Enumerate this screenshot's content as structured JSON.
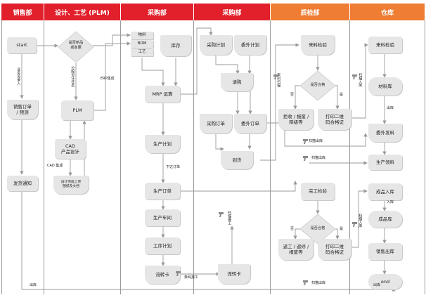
{
  "colors": {
    "red": "#e1202b",
    "orange": "#ef7d33",
    "box": "#e6e6e6",
    "line": "#9a9a9a"
  },
  "lanes": [
    {
      "key": "sales",
      "title": "销售部"
    },
    {
      "key": "plm",
      "title": "设计、工艺 (PLM)"
    },
    {
      "key": "purchase1",
      "title": "采购部"
    },
    {
      "key": "purchase2",
      "title": "采购部"
    },
    {
      "key": "qc",
      "title": "质检部"
    },
    {
      "key": "warehouse",
      "title": "仓库"
    }
  ],
  "nodes": {
    "start": "start",
    "sales_order": "销售订单\n/ 预测",
    "delivery_notice": "发货通知",
    "plm_decision": "是否新品\n或变更",
    "plm": "PLM",
    "cad": "CAD\n产品设计",
    "upload_drawings": "设计完成上传\n图纸及文档",
    "material": "物料",
    "bom": "BOM",
    "process": "工艺",
    "stock": "库存",
    "mrp": "MRP 运算",
    "production_plan": "生产计划",
    "production_order": "生产订单",
    "workshop": "生产车间",
    "process_plan": "工序计划",
    "route_card_1": "流转卡",
    "purchase_plan": "采购计划",
    "outsource_plan": "委外计划",
    "requisition": "请购",
    "purchase_order": "采购订单",
    "outsource_order": "委外订单",
    "arrival": "到货",
    "route_card_2": "流转卡",
    "incoming_inspection": "来料检验",
    "qualified_1": "是否合格",
    "reject_1": "拒收 / 报废 /\n降级等",
    "print_qr_1": "打印二维\n码合格证",
    "final_inspection": "完工检验",
    "qualified_2": "是否合格",
    "rework": "返工 / 返修 /\n报废等",
    "print_qr_2": "打印二维\n码合格证",
    "wh_incoming": "来料检验",
    "material_store": "材料库",
    "outsource_issue": "委外发料",
    "production_pick": "生产领料",
    "finished_inbound": "成品入库",
    "finished_store": "成品库",
    "sales_outbound": "销售出库",
    "end": "end"
  },
  "labels": {
    "sales_entry": "业务员录入",
    "assign_design": "分配设计任务",
    "erp_integration": "ERP集成",
    "cad_integration": "CAD 集成",
    "issue_order": "下达订单",
    "barcode_report": "条码报工",
    "scan_report": "扫描报工",
    "outbound_1": "出库",
    "scan_outbound_1": "扫描出库",
    "scan_outbound_2": "扫描出库",
    "scan_outbound_3": "扫描出库",
    "no_1": "否",
    "yes_1": "是",
    "no_2": "否",
    "yes_2": "是",
    "incoming_scan": "来料扫描",
    "scan_inbound": "扫描入库",
    "wh_outbound": "出库",
    "inbound": "入库",
    "scan_inbound_2": "扫描入库",
    "outbound_bottom": "出库"
  }
}
